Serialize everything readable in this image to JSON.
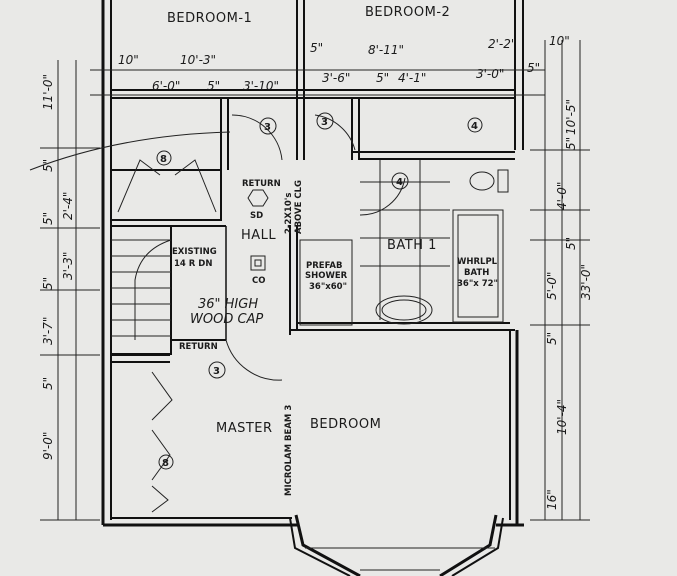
{
  "rooms": {
    "bedroom1": "BEDROOM-1",
    "bedroom2": "BEDROOM-2",
    "hall": "HALL",
    "bath1": "BATH 1",
    "master_bedroom_a": "MASTER",
    "master_bedroom_b": "BEDROOM"
  },
  "labels": {
    "return_top": "RETURN",
    "return_bottom": "RETURN",
    "sd": "SD",
    "co": "CO",
    "clg_note_a": "2-2X10's",
    "clg_note_b": "ABOVE CLG",
    "existing_a": "EXISTING",
    "existing_b": "14 R DN",
    "shower_a": "PREFAB",
    "shower_b": "SHOWER",
    "shower_c": "36\"x60\"",
    "whirl_a": "WHRLPL",
    "whirl_b": "BATH",
    "whirl_c": "36\"x 72\"",
    "handnote_a": "36\" HIGH",
    "handnote_b": "WOOD CAP",
    "microlam": "MICROLAM BEAM 3"
  },
  "tags": [
    "3",
    "3",
    "3",
    "4",
    "8",
    "8",
    "4"
  ],
  "dimensions": {
    "top_10": "10\"",
    "top_10_3": "10'-3\"",
    "top_5a": "5\"",
    "top_8_11": "8'-11\"",
    "top_2_2": "2'-2\"",
    "top_10_small": "10\"",
    "row2_6_0": "6'-0\"",
    "row2_5": "5\"",
    "row2_3_10": "3'-10\"",
    "row2_3_6": "3'-6\"",
    "row2_5b": "5\"",
    "row2_4_1": "4'-1\"",
    "row2_3_0": "3'-0\"",
    "row2_5c": "5\"",
    "left_11_0": "11'-0\"",
    "left_5a": "5\"",
    "left_2_4": "2'-4\"",
    "left_5b": "5\"",
    "left_3_3": "3'-3\"",
    "left_5c": "5\"",
    "left_3_7": "3'-7\"",
    "left_5d": "5\"",
    "left_9_0": "9'-0\"",
    "right_10_5": "10'-5\"",
    "right_5": "5\"",
    "right_4_0": "4'-0\"",
    "right_5b": "5\"",
    "right_5_0": "5'-0\"",
    "right_5c": "5\"",
    "right_33_0": "33'-0\"",
    "right_10_4": "10'-4\"",
    "right_16": "16\""
  }
}
